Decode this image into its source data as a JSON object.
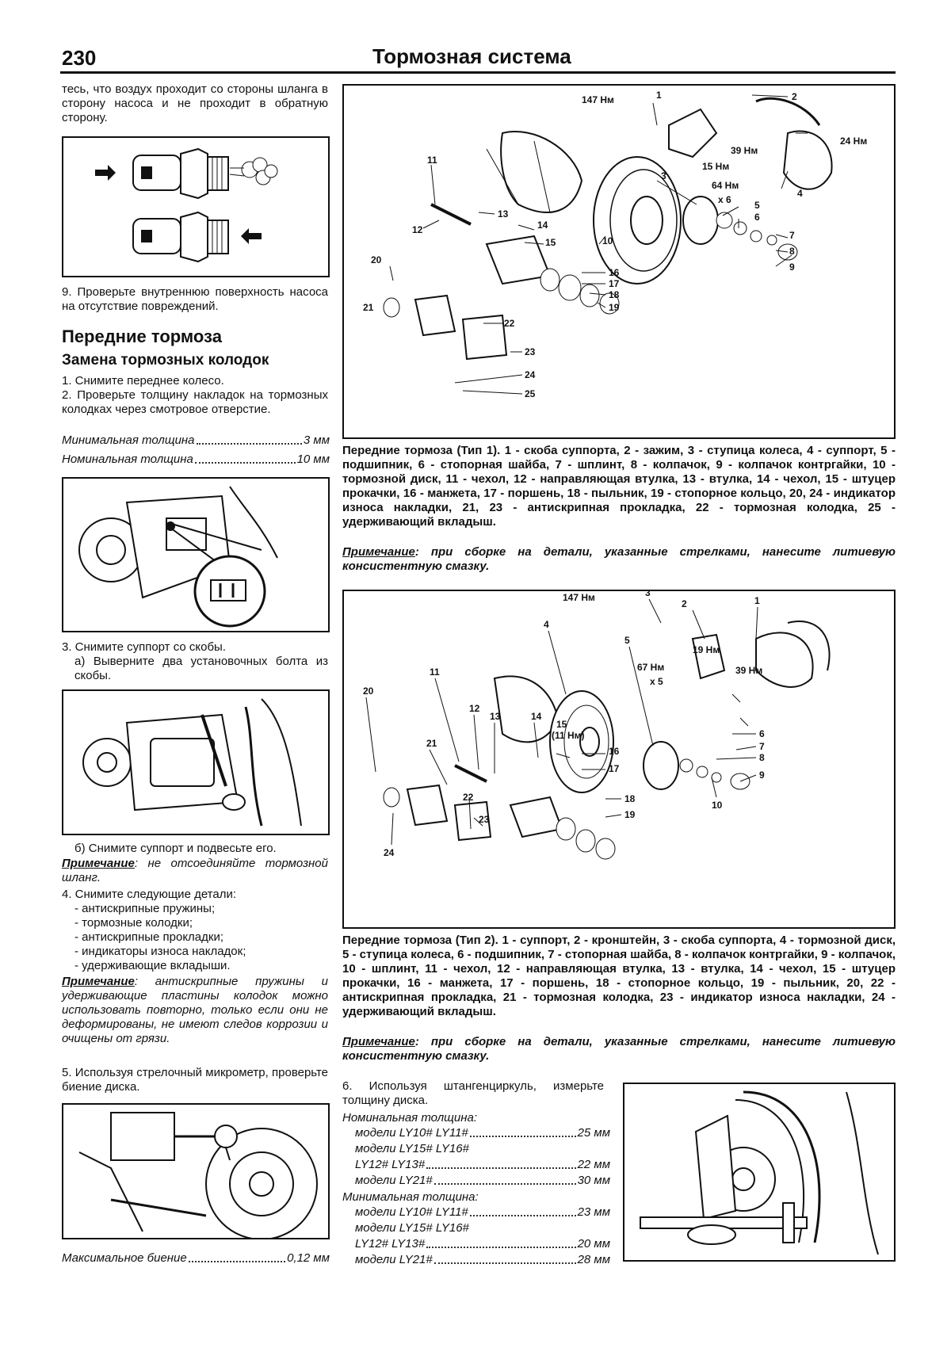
{
  "header": {
    "page_number": "230",
    "title": "Тормозная система"
  },
  "left": {
    "p_intro": "тесь, что воздух проходит со стороны шланга в сторону насоса и не проходит в обратную сторону.",
    "step9": "9. Проверьте внутреннюю поверхность насоса на отсутствие повреждений.",
    "section_title": "Передние тормоза",
    "subsection_title": "Замена тормозных колодок",
    "step1": "1. Снимите переднее колесо.",
    "step2": "2. Проверьте толщину накладок на тормозных колодках через смотровое отверстие.",
    "spec_min_label": "Минимальная толщина",
    "spec_min_value": "3 мм",
    "spec_nom_label": "Номинальная толщина",
    "spec_nom_value": "10 мм",
    "step3": "3. Снимите суппорт со скобы.",
    "step3a": "а) Выверните два установочных болта из скобы.",
    "step3b": "б) Снимите суппорт и подвесьте его.",
    "note_label": "Примечание",
    "note1_text": ": не отсоединяйте тормозной шланг.",
    "step4": "4. Снимите следующие детали:",
    "step4_items": [
      "- антискрипные пружины;",
      "- тормозные колодки;",
      "- антискрипные прокладки;",
      "- индикаторы износа накладок;",
      "- удерживающие вкладыши."
    ],
    "note2_text": ": антискрипные пружины и удерживающие пластины колодок можно использовать повторно, только если они не деформированы, не имеют следов коррозии и очищены от грязи.",
    "step5": "5. Используя стрелочный микрометр, проверьте биение диска.",
    "spec_runout_label": "Максимальное биение",
    "spec_runout_value": "0,12 мм"
  },
  "right": {
    "caption1": "Передние тормоза (Тип 1). 1 - скоба суппорта, 2 - зажим, 3 - ступица колеса, 4 - суппорт, 5 - подшипник, 6 - стопорная шайба, 7 - шплинт, 8 - колпачок, 9 - колпачок контргайки, 10 - тормозной диск, 11 - чехол, 12 - направляющая втулка, 13 - втулка, 14 - чехол, 15 - штуцер прокачки, 16 - манжета, 17 - поршень, 18 - пыльник, 19 - стопорное кольцо, 20, 24 - индикатор износа накладки, 21, 23 - антискрипная прокладка, 22 - тормозная колодка, 25 - удерживающий вкладыш.",
    "note_label": "Примечание",
    "note_text": ": при сборке на детали, указанные стрелками, нанесите литиевую консистентную смазку.",
    "caption2": "Передние тормоза (Тип 2). 1 - суппорт, 2 - кронштейн, 3 - скоба суппорта, 4 - тормозной диск, 5 - ступица колеса, 6 - подшипник, 7 - стопорная шайба, 8 - колпачок контргайки, 9 - колпачок, 10 - шплинт, 11 - чехол, 12 - направляющая втулка, 13 - втулка, 14 - чехол, 15 - штуцер прокачки, 16 - манжета, 17 - поршень, 18 - стопорное кольцо, 19 - пыльник, 20, 22 - антискрипная прокладка, 21 - тормозная колодка, 23 - индикатор износа накладки, 24 - удерживающий вкладыш.",
    "step6": "6. Используя штангенциркуль, измерьте толщину диска.",
    "nom_title": "Номинальная толщина:",
    "nom_rows": [
      {
        "label": "модели LY10# LY11#",
        "value": "25 мм"
      },
      {
        "label": "модели LY15# LY16#",
        "value": ""
      },
      {
        "label": "LY12# LY13#",
        "value": "22 мм"
      },
      {
        "label": "модели LY21#",
        "value": "30 мм"
      }
    ],
    "min_title": "Минимальная толщина:",
    "min_rows": [
      {
        "label": "модели LY10# LY11#",
        "value": "23 мм"
      },
      {
        "label": "модели LY15# LY16#",
        "value": ""
      },
      {
        "label": "LY12# LY13#",
        "value": "20 мм"
      },
      {
        "label": "модели LY21#",
        "value": "28 мм"
      }
    ]
  },
  "diagram1": {
    "callouts": [
      "1",
      "2",
      "3",
      "4",
      "5",
      "6",
      "7",
      "8",
      "9",
      "10",
      "11",
      "12",
      "13",
      "14",
      "15",
      "16",
      "17",
      "18",
      "19",
      "20",
      "21",
      "22",
      "23",
      "24",
      "25"
    ],
    "torques": [
      "147 Нм",
      "24 Нм",
      "39 Нм",
      "15 Нм",
      "64 Нм"
    ],
    "bolt_count": "x 6"
  },
  "diagram2": {
    "callouts": [
      "1",
      "2",
      "3",
      "4",
      "5",
      "6",
      "7",
      "8",
      "9",
      "10",
      "11",
      "12",
      "13",
      "14",
      "15",
      "16",
      "17",
      "18",
      "19",
      "20",
      "21",
      "22",
      "23",
      "24"
    ],
    "torques": [
      "147 Нм",
      "19 Нм",
      "39 Нм",
      "67 Нм",
      "(11 Нм)"
    ],
    "bolt_count": "x 5"
  }
}
